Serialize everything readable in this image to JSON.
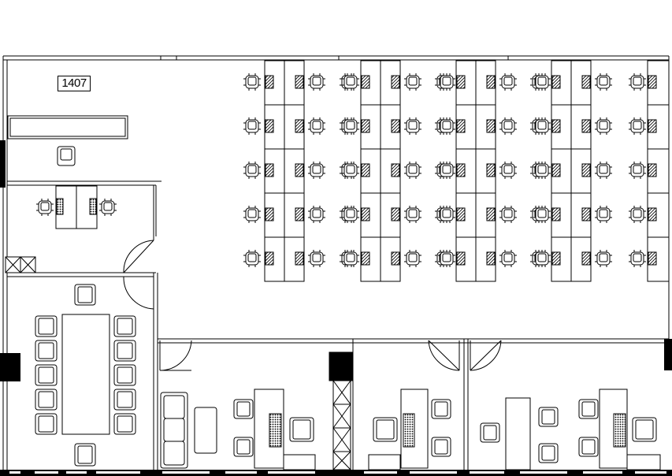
{
  "plan": {
    "room_number": "1407"
  },
  "workstation_grid": {
    "rows": 5,
    "clusters": 4,
    "seats_per_cluster_row": 4
  },
  "colors": {
    "line": "#000000",
    "background": "#ffffff",
    "solid_fill": "#000000",
    "hatch": "#444444"
  }
}
